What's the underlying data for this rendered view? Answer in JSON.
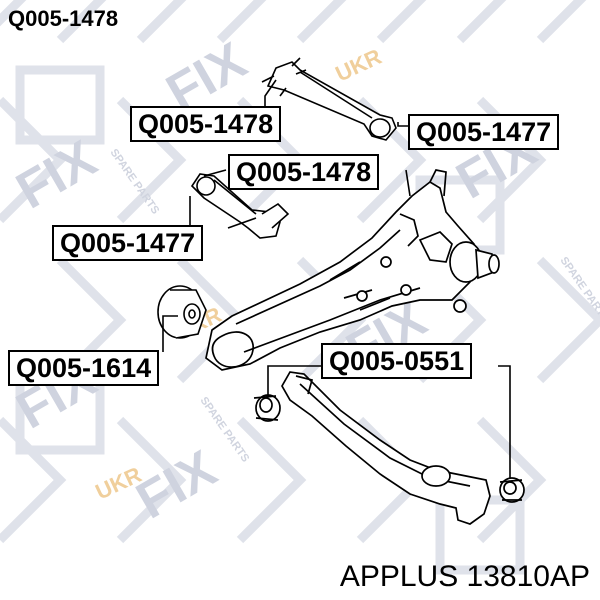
{
  "title": "Q005-1478",
  "labels": {
    "upper_link_top": "Q005-1478",
    "bushing_right_top": "Q005-1477",
    "upper_link_middle": "Q005-1478",
    "bushing_left_middle": "Q005-1477",
    "trailing_arm_bushing": "Q005-1614",
    "lower_arm_bushing": "Q005-0551"
  },
  "footer": "APPLUS 13810AP",
  "watermark": {
    "brand": "FIX",
    "tagline": "SPARE PARTS",
    "region": "UKR",
    "brand_color": "#d5d8e3",
    "accent_color": "#f3d6a8"
  },
  "colors": {
    "line": "#000000",
    "label_border": "#000000"
  }
}
